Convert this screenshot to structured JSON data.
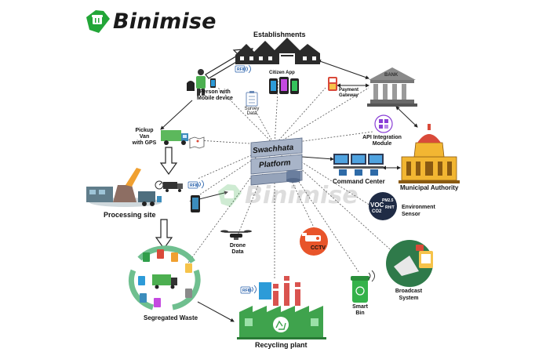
{
  "brand": {
    "name": "Binimise",
    "watermark": "Binimise",
    "color_green": "#23a638",
    "color_dark": "#1a1a1a"
  },
  "diagram": {
    "hub": {
      "line1": "Swachhata",
      "line2": "Platform"
    },
    "nodes": {
      "establishments": "Establishments",
      "citizen_app": "Citizen App",
      "bank": "BANK",
      "payment_gateway_1": "Payment",
      "payment_gateway_2": "Gateway",
      "person_1": "Person with",
      "person_2": "Mobile device",
      "survey_1": "Survey",
      "survey_2": "Data",
      "pickup_1": "Pickup",
      "pickup_2": "Van",
      "pickup_3": "with GPS",
      "api_1": "API Integration",
      "api_2": "Module",
      "command_center": "Command Center",
      "municipal_authority": "Municipal Authority",
      "processing_site": "Processing site",
      "environment_1": "Environment",
      "environment_2": "Sensor",
      "voc": "VOC",
      "pm": "PM2.5",
      "co2": "CO2",
      "rht": "RH/T",
      "drone_1": "Drone",
      "drone_2": "Data",
      "cctv": "CCTV",
      "broadcast_1": "Broadcast",
      "broadcast_2": "System",
      "smart_bin_1": "Smart",
      "smart_bin_2": "Bin",
      "segregated_waste": "Segregated Waste",
      "recycling_plant": "Recycling plant",
      "rfid": "RFID"
    }
  }
}
